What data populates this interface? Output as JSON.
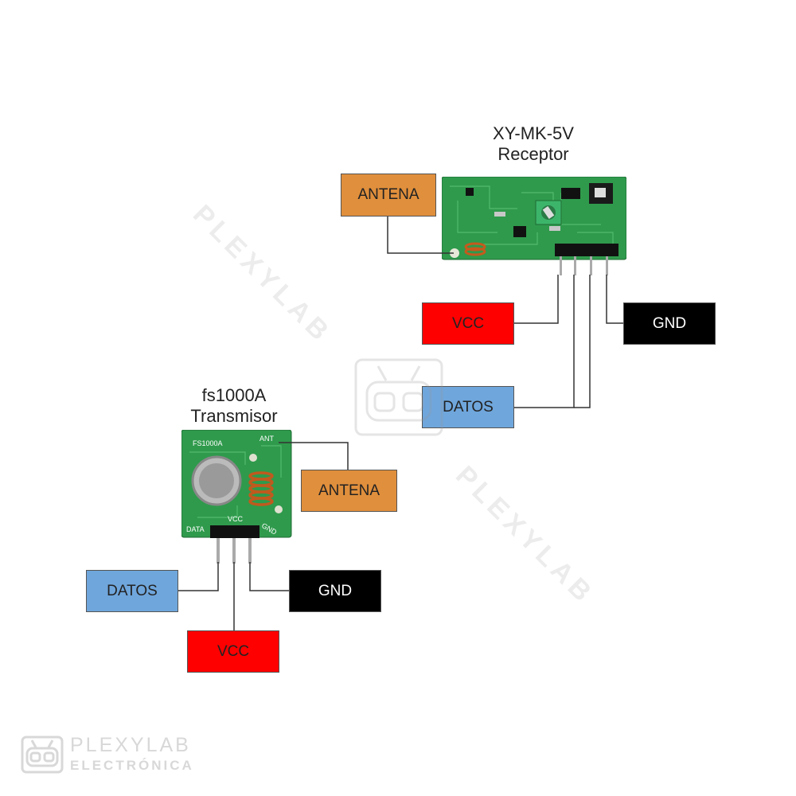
{
  "receiver": {
    "title_line1": "XY-MK-5V",
    "title_line2": "Receptor",
    "labels": {
      "antena": "ANTENA",
      "vcc": "VCC",
      "gnd": "GND",
      "datos": "DATOS"
    }
  },
  "transmitter": {
    "title_line1": "fs1000A",
    "title_line2": "Transmisor",
    "pcb_text": {
      "model": "FS1000A",
      "ant": "ANT",
      "data": "DATA",
      "vcc": "VCC",
      "gnd": "GND"
    },
    "labels": {
      "antena": "ANTENA",
      "datos": "DATOS",
      "gnd": "GND",
      "vcc": "VCC"
    }
  },
  "watermark": {
    "text": "PLEXYLAB",
    "logo_line1": "PLEXYLAB",
    "logo_line2": "ELECTRÓNICA"
  },
  "colors": {
    "antena": "#e08f3c",
    "vcc": "#ff0000",
    "gnd": "#000000",
    "datos": "#6fa6dc",
    "pcb": "#2f9a4c"
  }
}
